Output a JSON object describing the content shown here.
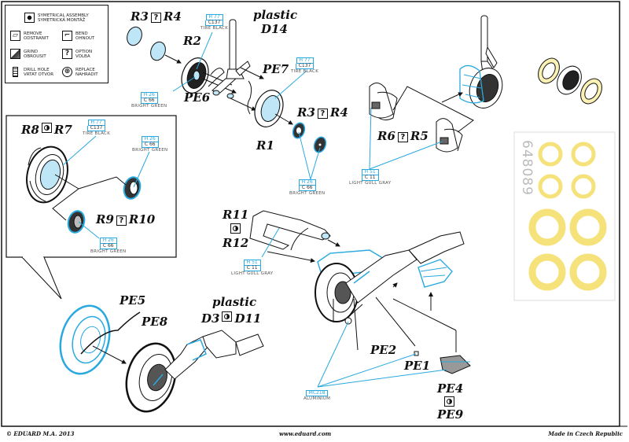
{
  "legend": {
    "items": [
      {
        "icon": "symmetrical-assembly-icon",
        "label": "SYMETRICAL ASSEMBLY",
        "label_cz": "SYMETRICKÁ MONTÁŽ"
      },
      {
        "icon": "remove-icon",
        "label": "REMOVE",
        "label_cz": "ODSTRANIT"
      },
      {
        "icon": "bend-icon",
        "label": "BEND",
        "label_cz": "OHNOUT"
      },
      {
        "icon": "grind-icon",
        "label": "GRIND",
        "label_cz": "OBROUSIT"
      },
      {
        "icon": "option-icon",
        "label": "OPTION",
        "label_cz": "VOLBA",
        "glyph": "?"
      },
      {
        "icon": "drill-hole-icon",
        "label": "DRILL HOLE",
        "label_cz": "VRTAT OTVOR"
      },
      {
        "icon": "replace-icon",
        "label": "REPLACE",
        "label_cz": "NAHRADIT"
      }
    ]
  },
  "parts": {
    "r3_r4_top": {
      "a": "R3",
      "sym": "?",
      "b": "R4"
    },
    "r2": "R2",
    "plastic_d14": {
      "a": "plastic",
      "b": "D14"
    },
    "pe6": "PE6",
    "pe7": "PE7",
    "r3_r4_mid": {
      "a": "R3",
      "sym": "?",
      "b": "R4"
    },
    "r1": "R1",
    "r6_r5": {
      "a": "R6",
      "sym": "?",
      "b": "R5"
    },
    "r8_r7": {
      "a": "R8",
      "b": "R7"
    },
    "r9_r10": {
      "a": "R9",
      "sym": "?",
      "b": "R10"
    },
    "r11_r12": {
      "a": "R11",
      "b": "R12"
    },
    "pe5": "PE5",
    "pe8": "PE8",
    "plastic_d3_d11": {
      "a": "plastic",
      "b": "D3",
      "c": "D11"
    },
    "pe2": "PE2",
    "pe1": "PE1",
    "pe4_pe9": {
      "a": "PE4",
      "b": "PE9"
    }
  },
  "paints": {
    "tire_black": {
      "h": "H 77",
      "c": "C137",
      "name": "TIRE BLACK"
    },
    "bright_green": {
      "h": "H 26",
      "c": "C 66",
      "name": "BRIGHT GREEN"
    },
    "light_gull_gray": {
      "h": "H 51",
      "c": "C 11",
      "name": "LIGHT GULL GRAY"
    },
    "aluminium": {
      "h": "MC218",
      "name": "ALUMINIUM"
    }
  },
  "mask_sheet": {
    "code": "648089"
  },
  "footer": {
    "copyright": "© EDUARD  M.A. 2013",
    "website": "www.eduard.com",
    "origin": "Made in Czech Republic"
  },
  "colors": {
    "paint_callout": "#29a9e0",
    "highlight_part": "#5bc8f5",
    "mask_yellow": "#f6e27a",
    "line": "#111111"
  }
}
